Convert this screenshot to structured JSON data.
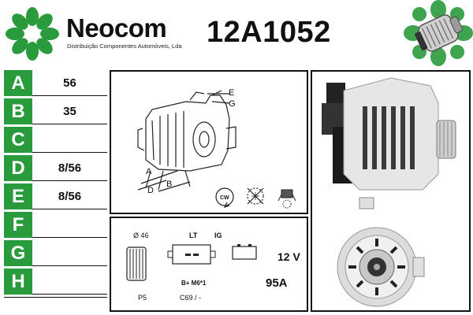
{
  "brand": {
    "name": "Neocom",
    "subtitle": "Distribuição Componentes Automóveis, Lda",
    "logo_color": "#2a9b3c"
  },
  "part_number": "12A1052",
  "dimensions": [
    {
      "letter": "A",
      "value": "56"
    },
    {
      "letter": "B",
      "value": "35"
    },
    {
      "letter": "C",
      "value": ""
    },
    {
      "letter": "D",
      "value": "8/56"
    },
    {
      "letter": "E",
      "value": "8/56"
    },
    {
      "letter": "F",
      "value": ""
    },
    {
      "letter": "G",
      "value": ""
    },
    {
      "letter": "H",
      "value": ""
    }
  ],
  "diagram": {
    "labels": {
      "a": "A",
      "b": "B",
      "d": "D",
      "e": "E",
      "g": "G"
    },
    "rotation": "CW"
  },
  "specs": {
    "pulley_diameter": "Ø 46",
    "pulley_type": "P5",
    "connector_left": "LT",
    "connector_right": "IG",
    "terminals": "B+ M6*1",
    "code": "C69 / -",
    "voltage": "12 V",
    "amperage": "95A"
  },
  "colors": {
    "accent_green": "#2a9b3c",
    "dark": "#111111"
  },
  "icons": [
    "neocom-logo-icon",
    "alternator-3d-icon",
    "cw-rotation-icon",
    "fan-cross-icon",
    "regulator-icon"
  ]
}
